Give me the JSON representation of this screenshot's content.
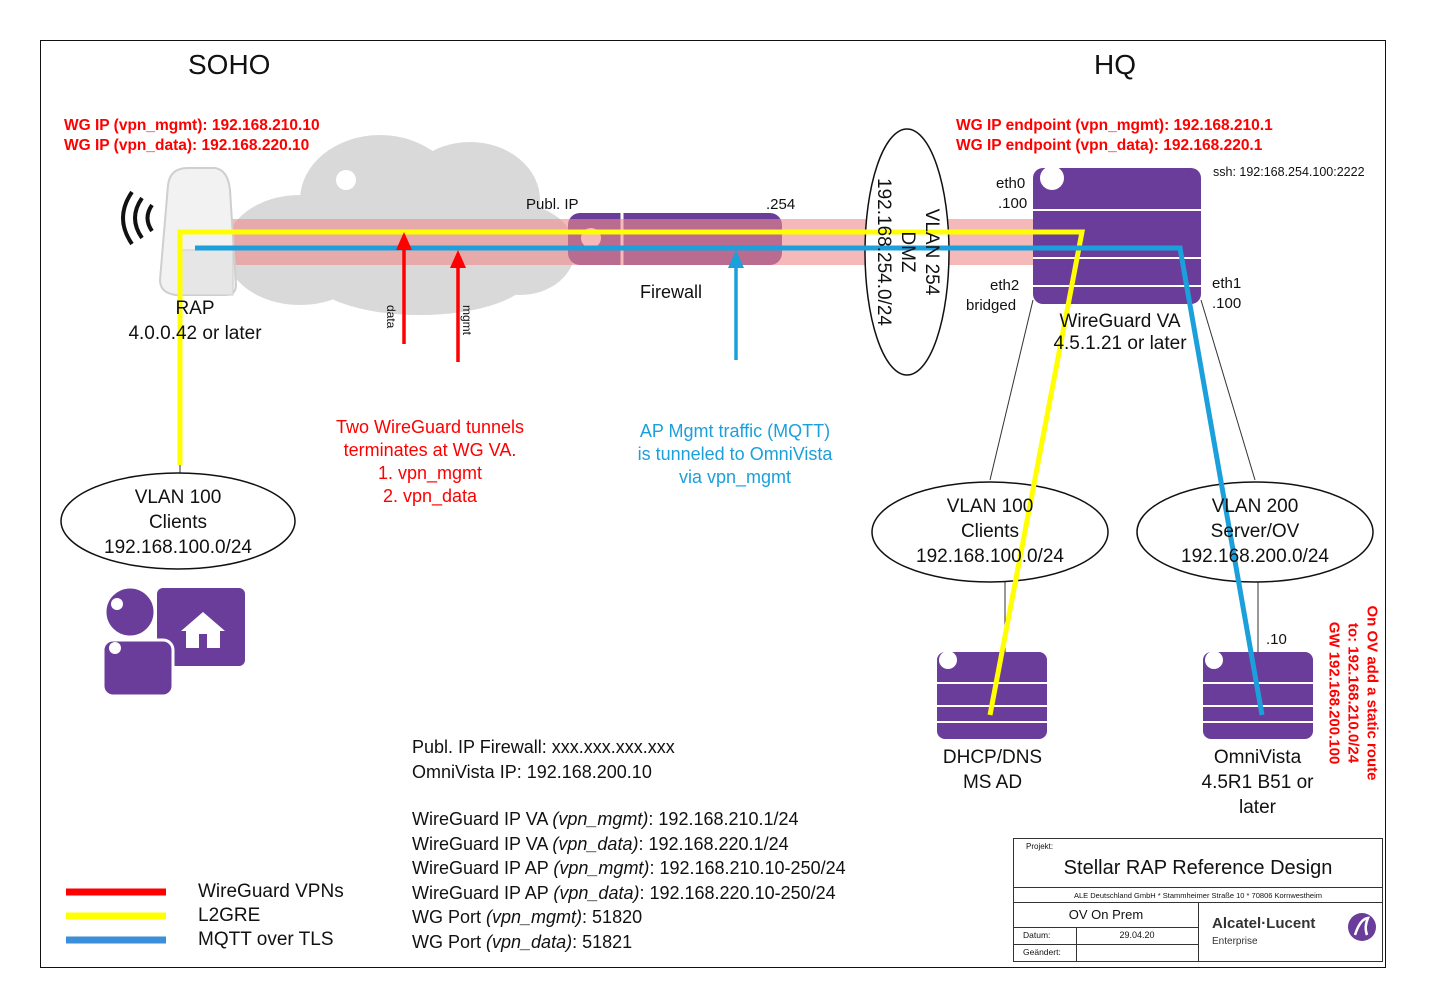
{
  "sites": {
    "soho": "SOHO",
    "hq": "HQ"
  },
  "soho_wg": {
    "line1": "WG IP (vpn_mgmt): 192.168.210.10",
    "line2": "WG IP (vpn_data): 192.168.220.10"
  },
  "hq_wg": {
    "line1": "WG IP endpoint (vpn_mgmt): 192.168.210.1",
    "line2": "WG IP endpoint (vpn_data): 192.168.220.1"
  },
  "ssh": "ssh: 192:168.254.100:2222",
  "rap": {
    "name": "RAP",
    "version": "4.0.0.42 or later"
  },
  "cloud": {
    "publ_ip": "Publ. IP",
    "arrow_data": "data",
    "arrow_mgmt": "mgmt"
  },
  "firewall": {
    "label": "Firewall",
    "ip_suffix": ".254"
  },
  "dmz": {
    "line1": "VLAN 254",
    "line2": "DMZ",
    "line3": "192.168.254.0/24"
  },
  "wg_va": {
    "eth0": "eth0",
    "eth0_ip": ".100",
    "eth1": "eth1",
    "eth1_ip": ".100",
    "eth2": "eth2",
    "eth2_note": "bridged",
    "name": "WireGuard VA",
    "version": "4.5.1.21 or later"
  },
  "tunnels_note": {
    "line1": "Two WireGuard tunnels",
    "line2": "terminates at WG VA.",
    "line3": "1. vpn_mgmt",
    "line4": "2. vpn_data"
  },
  "mqtt_note": {
    "line1": "AP Mgmt traffic (MQTT)",
    "line2": "is tunneled to OmniVista",
    "line3": "via vpn_mgmt"
  },
  "soho_vlan": {
    "line1": "VLAN 100",
    "line2": "Clients",
    "line3": "192.168.100.0/24"
  },
  "hq_vlan100": {
    "line1": "VLAN 100",
    "line2": "Clients",
    "line3": "192.168.100.0/24"
  },
  "hq_vlan200": {
    "line1": "VLAN 200",
    "line2": "Server/OV",
    "line3": "192.168.200.0/24"
  },
  "dhcp": {
    "line1": "DHCP/DNS",
    "line2": "MS AD"
  },
  "omnivista": {
    "ip_suffix": ".10",
    "line1": "OmniVista",
    "line2": "4.5R1 B51 or",
    "line3": "later"
  },
  "static_route": {
    "line1": "On OV add a static route",
    "line2": "to: 192.168.210.0/24",
    "line3": "GW 192.168.200.100"
  },
  "notes": {
    "n1": "Publ. IP Firewall: xxx.xxx.xxx.xxx",
    "n2": "OmniVista IP: 192.168.200.10",
    "n3_pre": "WireGuard IP VA ",
    "n3_it": "(vpn_mgmt)",
    "n3_post": ": 192.168.210.1/24",
    "n4_pre": "WireGuard IP VA ",
    "n4_it": "(vpn_data)",
    "n4_post": ": 192.168.220.1/24",
    "n5_pre": "WireGuard IP AP ",
    "n5_it": "(vpn_mgmt)",
    "n5_post": ": 192.168.210.10-250/24",
    "n6_pre": "WireGuard IP AP ",
    "n6_it": "(vpn_data)",
    "n6_post": ": 192.168.220.10-250/24",
    "n7_pre": "WG Port ",
    "n7_it": "(vpn_mgmt)",
    "n7_post": ": 51820",
    "n8_pre": "WG Port ",
    "n8_it": "(vpn_data)",
    "n8_post": ": 51821"
  },
  "legend": [
    {
      "label": "WireGuard VPNs",
      "color": "#ff0000"
    },
    {
      "label": "L2GRE",
      "color": "#ffff00"
    },
    {
      "label": "MQTT over TLS",
      "color": "#3a8fd8"
    }
  ],
  "title_block": {
    "projekt_label": "Projekt:",
    "title": "Stellar RAP Reference Design",
    "company_line": "ALE Deutschland GmbH * Stammheimer Straße 10 * 70806 Kornwestheim",
    "variant": "OV On Prem",
    "datum_label": "Datum:",
    "datum": "29.04.20",
    "geaendert_label": "Geändert:",
    "brand": "Alcatel·Lucent",
    "brand_sub": "Enterprise"
  },
  "colors": {
    "purple": "#6a3d9a",
    "vpn_red": "#ff0000",
    "l2gre_yellow": "#ffff00",
    "mqtt_blue": "#1ca0dc",
    "tunnel_pink": "#f4a7a7"
  }
}
